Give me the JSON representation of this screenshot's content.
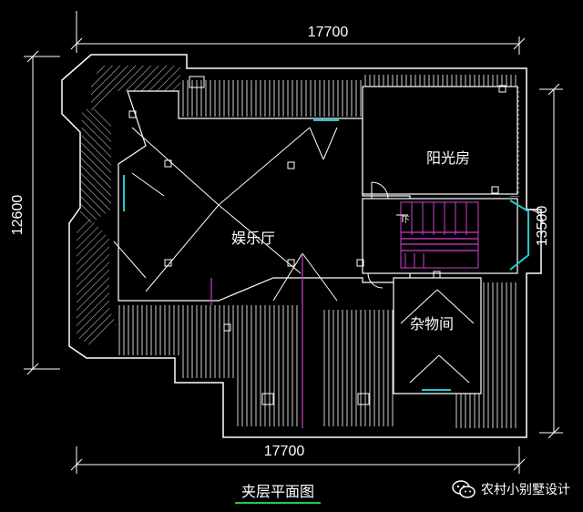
{
  "drawing": {
    "title": "夹层平面图",
    "rooms": {
      "sunroom": "阳光房",
      "entertainment": "娱乐厅",
      "storage": "杂物间"
    },
    "stair_mark": "下",
    "dimensions": {
      "top_width": "17700",
      "bottom_width": "17700",
      "left_depth": "12600",
      "right_depth": "13500"
    }
  },
  "watermark": {
    "text": "农村小别墅设计",
    "icon": "wechat-icon"
  },
  "colors": {
    "background": "#000000",
    "lines": "#ffffff",
    "accent_cyan": "#27c6d2",
    "accent_magenta": "#cf3fcf",
    "title_underline": "#27c64a"
  }
}
